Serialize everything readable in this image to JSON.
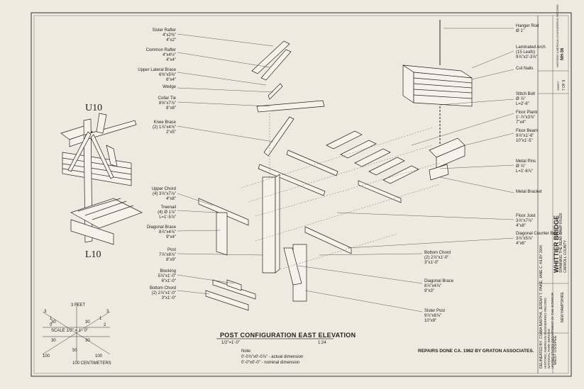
{
  "labels_left": [
    {
      "name": "Sister Rafter",
      "dim1": "4\"x2⅜\"",
      "dim2": "4\"x2\""
    },
    {
      "name": "Common Rafter",
      "dim1": "4\"x4½\"",
      "dim2": "4\"x4\""
    },
    {
      "name": "Upper Lateral Brace",
      "dim1": "6⅜\"x5⅜\"",
      "dim2": "6\"x4\""
    },
    {
      "name": "Wedge",
      "dim1": "",
      "dim2": ""
    },
    {
      "name": "Collar Tie",
      "dim1": "8⅝\"x7⅞\"",
      "dim2": "8\"x8\""
    },
    {
      "name": "Knee Brace",
      "dim1": "(2) 1⅞\"x4⅞\"",
      "dim2": "2\"x5\""
    },
    {
      "name": "Upper Chord",
      "dim1": "(4) 3⅞\"x7⅞\"",
      "dim2": "4\"x8\""
    },
    {
      "name": "Treenail",
      "dim1": "(4) Ø 1⅞\"",
      "dim2": "L=1'-5⅞\""
    },
    {
      "name": "Diagonal Brace",
      "dim1": "8⅞\"x4⅞\"",
      "dim2": "9\"x4\""
    },
    {
      "name": "Post",
      "dim1": "7⅞\"x8⅞\"",
      "dim2": "8\"x9\""
    },
    {
      "name": "Blocking",
      "dim1": "5⅞\"x1'-0\"",
      "dim2": "6\"x1'-0\""
    },
    {
      "name": "Bottom Chord",
      "dim1": "(2) 2⅞\"x1'-0\"",
      "dim2": "3\"x1'-0\""
    }
  ],
  "labels_right": [
    {
      "name": "Hanger Rod",
      "dim1": "Ø 1\"",
      "dim2": ""
    },
    {
      "name": "Laminated Arch",
      "dim1": "(15 Leafs)",
      "dim2": "9⅞\"x2'-3⅞\""
    },
    {
      "name": "Cut Nails",
      "dim1": "",
      "dim2": ""
    },
    {
      "name": "Stitch Bolt",
      "dim1": "Ø ⅞\"",
      "dim2": "L=2'-6\""
    },
    {
      "name": "Floor Plank",
      "dim1": "1'-⅞\"x3⅞\"",
      "dim2": "7\"x4\""
    },
    {
      "name": "Floor Beam",
      "dim1": "9⅞\"x1'-6\"",
      "dim2": "10\"x1'-5\""
    },
    {
      "name": "Metal Pins",
      "dim1": "Ø ⅞\"",
      "dim2": "L=1'-6⅞\""
    },
    {
      "name": "Metal Bracket",
      "dim1": "",
      "dim2": ""
    },
    {
      "name": "Floor Joist",
      "dim1": "3⅞\"x7⅞\"",
      "dim2": "4\"x8\""
    },
    {
      "name": "Diagonal Counter Brace",
      "dim1": "3⅞\"x5⅞\"",
      "dim2": "4\"x6\""
    }
  ],
  "labels_mid": [
    {
      "name": "Bottom Chord",
      "dim1": "(2) 2⅞\"x1'-0\"",
      "dim2": "3\"x1'-0\""
    },
    {
      "name": "Diagonal Brace",
      "dim1": "8⅞\"x4⅞\"",
      "dim2": "9\"x3\""
    },
    {
      "name": "Sister Post",
      "dim1": "9⅞\"x8⅞\"",
      "dim2": "10\"x9\""
    }
  ],
  "u_label": "U10",
  "l_label": "L10",
  "title": "POST CONFIGURATION EAST ELEVATION",
  "scale_left": "1/2\"=1'-0\"",
  "scale_right": "1:24",
  "note_title": "Note:",
  "note_line1": "0'-0⅞\"x0'-0⅞\" - actual dimension",
  "note_line2": "0'-0\"x0'-0\" - nominal dimension",
  "repairs": "REPAIRS DONE CA. 1982 BY GRATON ASSOCIATES.",
  "scalebar": {
    "feet": "3 FEET",
    "cm": "100 CENTIMETERS",
    "scale": "SCALE  1/2\" = 1'- 0\"",
    "n1": "3",
    "n2": "1",
    "n3": "0",
    "n4": "1",
    "n5": "2",
    "n6": "3",
    "c1": "30",
    "c2": "30",
    "c3": "30",
    "c4": "30",
    "c5": "100",
    "c6": "50",
    "c7": "100"
  },
  "titleblock": {
    "bridge": "WHITTIER BRIDGE",
    "spanning": "SPANNING THE BEAR CAMP RIVER",
    "county": "CARROLL COUNTY",
    "state": "NEW HAMPSHIRE",
    "survey": "HISTORIC AMERICAN ENGINEERING RECORD",
    "number": "NH-36",
    "sheet": "SHEET",
    "sheet_no": "7 OF 9",
    "delineated": "DELINEATED BY: CSABA BARTHA, JEREMY T. PAINE, JANE C. KILBY 2004",
    "agency1": "HISTORIC AMERICAN ENGINEERING RECORD",
    "agency2": "NATIONAL PARK SERVICE",
    "agency3": "UNITED STATES DEPARTMENT OF THE INTERIOR",
    "west": "WEST OSSIPEE"
  }
}
